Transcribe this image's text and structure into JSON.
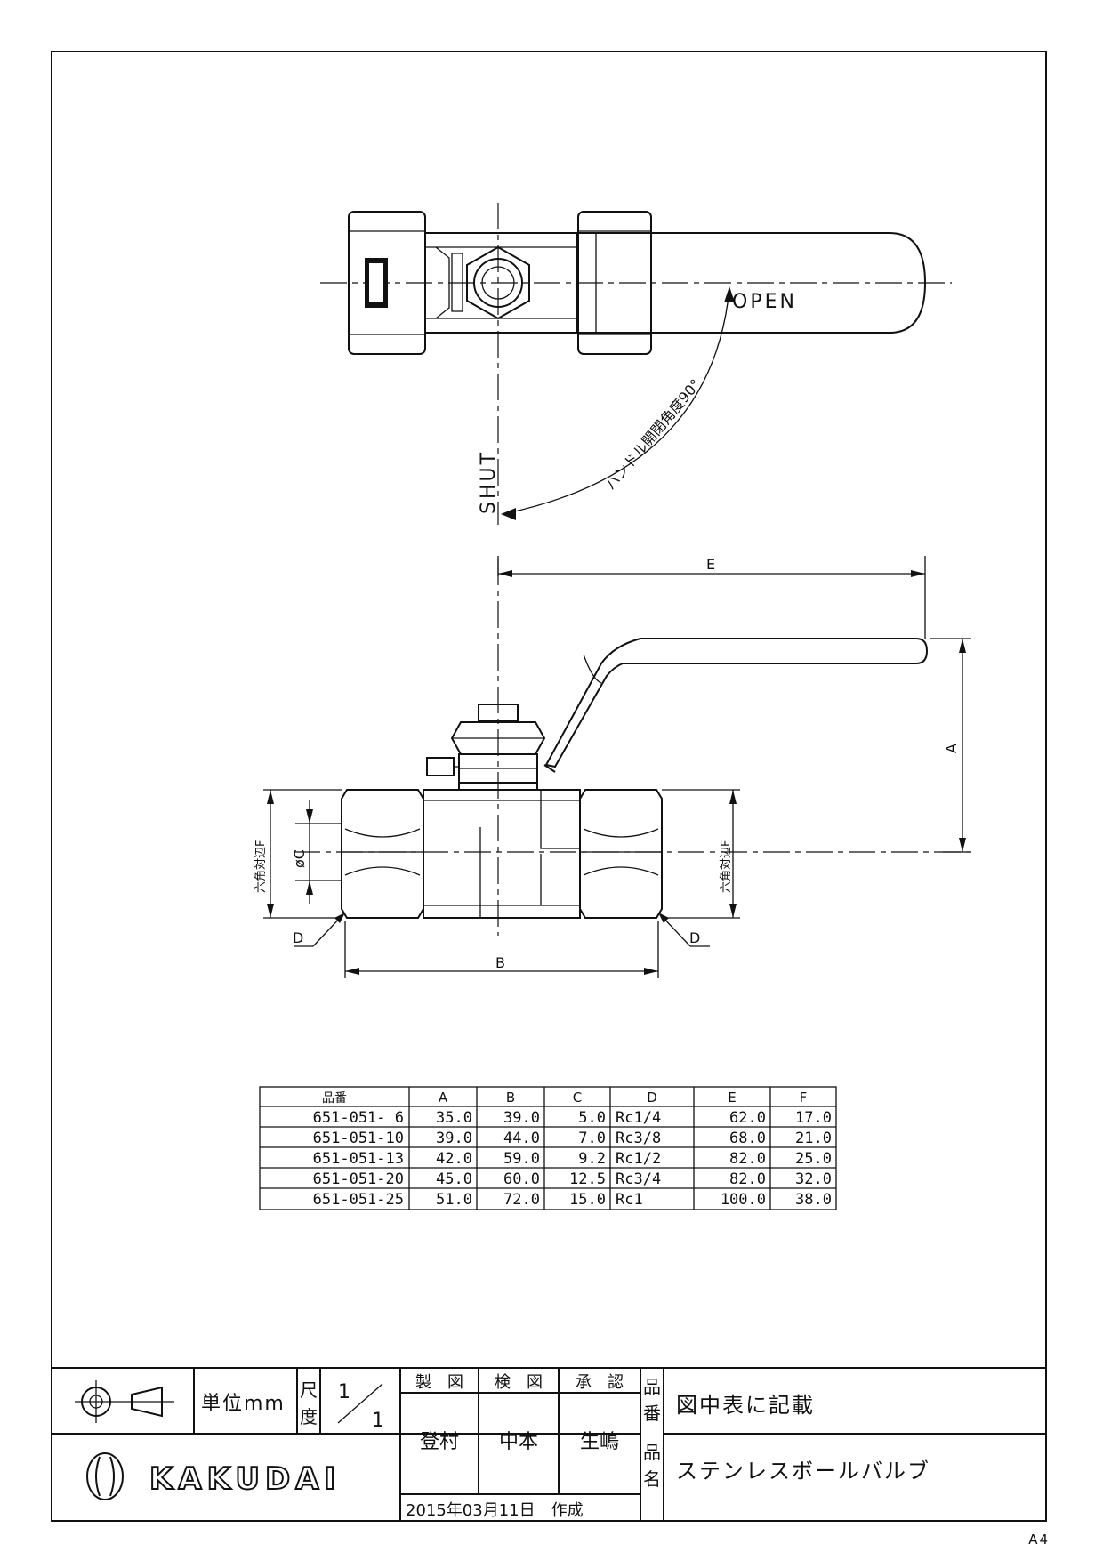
{
  "top_view": {
    "open_label": "OPEN",
    "shut_label": "SHUT",
    "rotation_note": "ハンドル開閉角度90°"
  },
  "side_view": {
    "dim_e": "E",
    "dim_a": "A",
    "dim_b": "B",
    "dim_c": "øC",
    "dim_d_left": "D",
    "dim_d_right": "D",
    "hex_f_left": "六角対辺F",
    "hex_f_right": "六角対辺F"
  },
  "spec_table": {
    "headers": [
      "品番",
      "A",
      "B",
      "C",
      "D",
      "E",
      "F"
    ],
    "rows": [
      [
        "651-051- 6",
        "35.0",
        "39.0",
        "5.0",
        "Rc1/4",
        "62.0",
        "17.0"
      ],
      [
        "651-051-10",
        "39.0",
        "44.0",
        "7.0",
        "Rc3/8",
        "68.0",
        "21.0"
      ],
      [
        "651-051-13",
        "42.0",
        "59.0",
        "9.2",
        "Rc1/2",
        "82.0",
        "25.0"
      ],
      [
        "651-051-20",
        "45.0",
        "60.0",
        "12.5",
        "Rc3/4",
        "82.0",
        "32.0"
      ],
      [
        "651-051-25",
        "51.0",
        "72.0",
        "15.0",
        "Rc1",
        "100.0",
        "38.0"
      ]
    ]
  },
  "title_block": {
    "unit": "単位mm",
    "scale_label": "尺度",
    "scale_num": "1",
    "scale_den": "1",
    "drawn_label": "製　図",
    "checked_label": "検　図",
    "approved_label": "承　認",
    "drawn_by": "登村",
    "checked_by": "中本",
    "approved_by": "生嶋",
    "part_no_label": "品番",
    "part_no_value": "図中表に記載",
    "part_name_label": "品名",
    "part_name_value": "ステンレスボールバルブ",
    "date": "2015年03月11日　作成",
    "logo_text": "KAKUDAI"
  },
  "sheet_size": "A4"
}
